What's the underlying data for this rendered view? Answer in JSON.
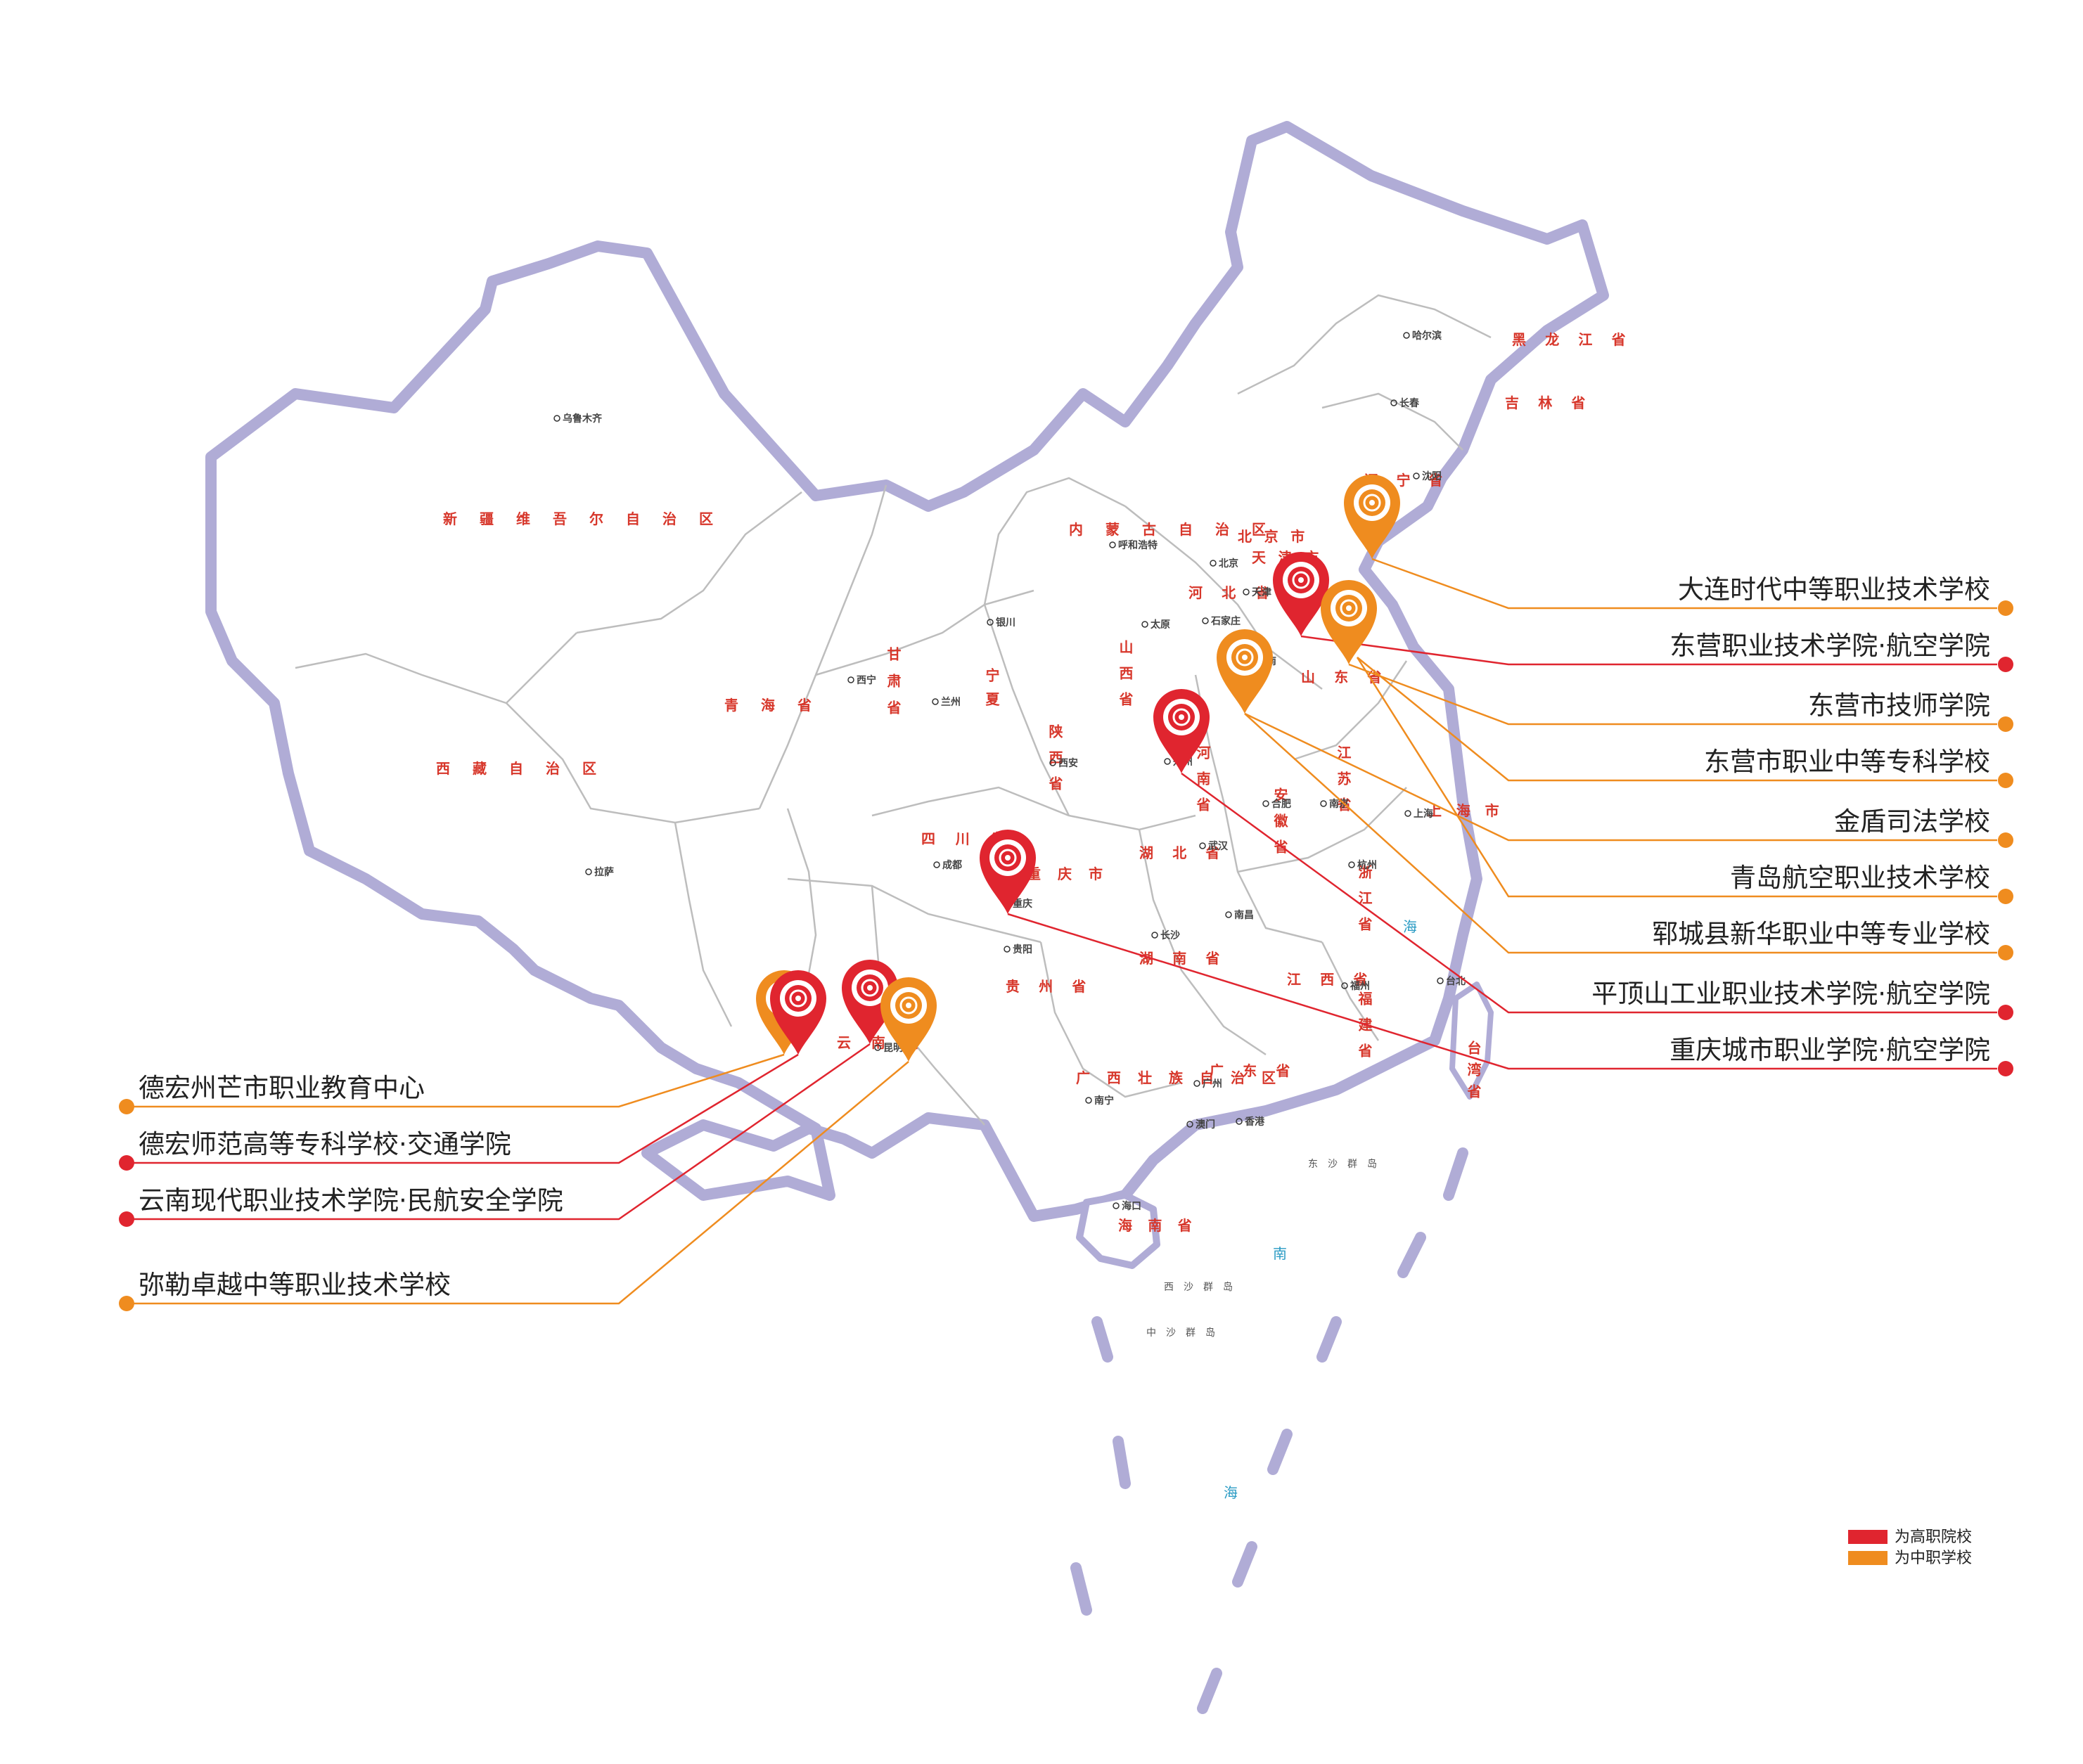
{
  "colors": {
    "higher": "#e0252f",
    "secondary": "#ef8c1f",
    "border_glow": "#a7a3cf",
    "province_line": "#b7b7b7",
    "city_label": "#666666",
    "province_label": "#d7372b",
    "sea_label": "#2a9bc4"
  },
  "pin_icon": "school-emblem-icon",
  "legend": [
    {
      "label": "为高职院校",
      "color": "#e0252f"
    },
    {
      "label": "为中职学校",
      "color": "#ef8c1f"
    }
  ],
  "schools": [
    {
      "name": "大连时代中等职业技术学校",
      "type": "secondary"
    },
    {
      "name": "东营职业技术学院·航空学院",
      "type": "higher"
    },
    {
      "name": "东营市技师学院",
      "type": "secondary"
    },
    {
      "name": "东营市职业中等专科学校",
      "type": "secondary"
    },
    {
      "name": "金盾司法学校",
      "type": "secondary"
    },
    {
      "name": "青岛航空职业技术学校",
      "type": "secondary"
    },
    {
      "name": "郓城县新华职业中等专业学校",
      "type": "secondary"
    },
    {
      "name": "平顶山工业职业技术学院·航空学院",
      "type": "higher"
    },
    {
      "name": "重庆城市职业学院·航空学院",
      "type": "higher"
    },
    {
      "name": "德宏州芒市职业教育中心",
      "type": "secondary"
    },
    {
      "name": "德宏师范高等专科学校·交通学院",
      "type": "higher"
    },
    {
      "name": "云南现代职业技术学院·民航安全学院",
      "type": "higher"
    },
    {
      "name": "弥勒卓越中等职业技术学校",
      "type": "secondary"
    }
  ],
  "regions": [
    "新疆维吾尔自治区",
    "西藏自治区",
    "青海省",
    "甘肃省",
    "四川省",
    "云南省",
    "内蒙古自治区",
    "黑龙江省",
    "吉林省",
    "辽宁省",
    "河北省",
    "山西省",
    "陕西省",
    "河南省",
    "湖北省",
    "湖南省",
    "贵州省",
    "广西壮族自治区",
    "广东省",
    "江西省",
    "福建省",
    "浙江省",
    "安徽省",
    "江苏省",
    "山东省",
    "宁夏",
    "海南省",
    "台湾省",
    "重庆市",
    "上海市",
    "天津市",
    "北京市"
  ],
  "cities": [
    "乌鲁木齐",
    "拉萨",
    "西宁",
    "兰州",
    "银川",
    "成都",
    "重庆",
    "昆明",
    "贵阳",
    "南宁",
    "海口",
    "广州",
    "香港",
    "澳门",
    "长沙",
    "武汉",
    "南昌",
    "福州",
    "台北",
    "杭州",
    "上海",
    "南京",
    "合肥",
    "郑州",
    "济南",
    "石家庄",
    "太原",
    "西安",
    "呼和浩特",
    "北京",
    "天津",
    "沈阳",
    "长春",
    "哈尔滨"
  ],
  "seas": [
    "南",
    "海",
    "海"
  ],
  "islands": [
    "西沙群岛",
    "东沙群岛",
    "中沙群岛"
  ]
}
